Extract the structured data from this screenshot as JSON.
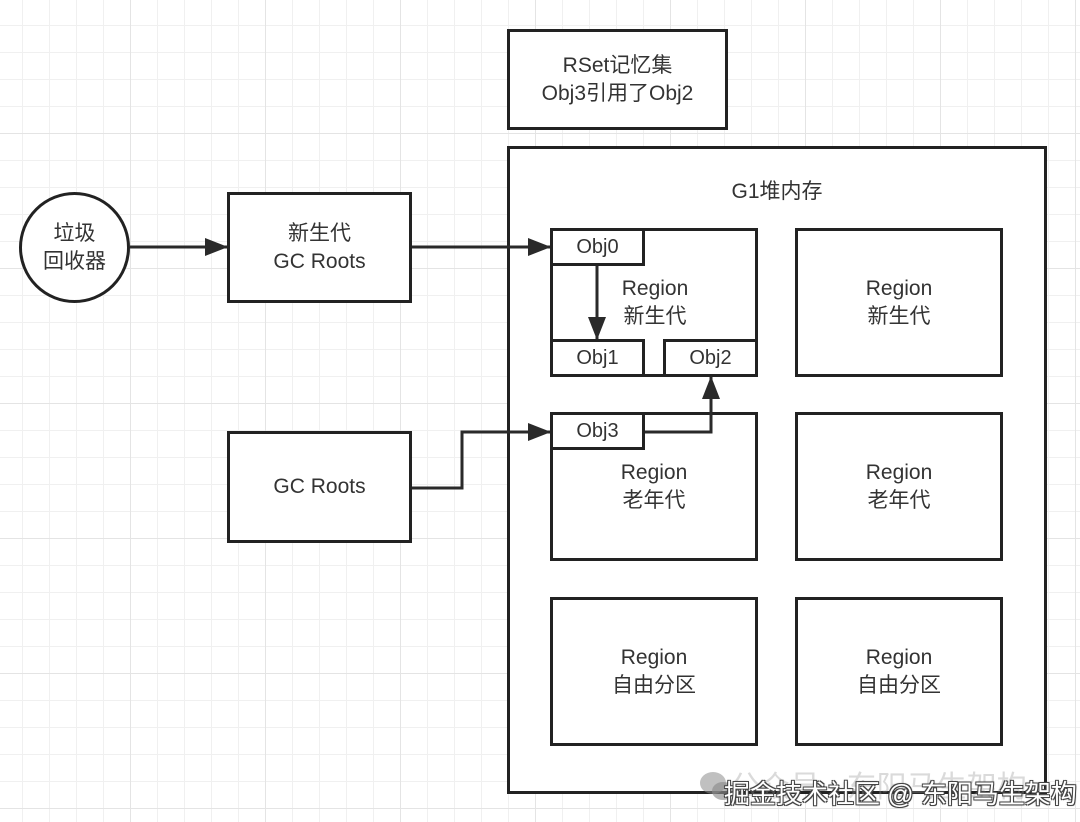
{
  "diagram": {
    "gc_collector": {
      "line1": "垃圾",
      "line2": "回收器"
    },
    "young_gc_roots": {
      "line1": "新生代",
      "line2": "GC Roots"
    },
    "gc_roots": {
      "label": "GC Roots"
    },
    "rset_note": {
      "line1": "RSet记忆集",
      "line2": "Obj3引用了Obj2"
    },
    "heap": {
      "title": "G1堆内存",
      "regions": [
        {
          "name": "Region",
          "type": "新生代",
          "objects": [
            "Obj0",
            "Obj1",
            "Obj2"
          ]
        },
        {
          "name": "Region",
          "type": "新生代",
          "objects": []
        },
        {
          "name": "Region",
          "type": "老年代",
          "objects": [
            "Obj3"
          ]
        },
        {
          "name": "Region",
          "type": "老年代",
          "objects": []
        },
        {
          "name": "Region",
          "type": "自由分区",
          "objects": []
        },
        {
          "name": "Region",
          "type": "自由分区",
          "objects": []
        }
      ]
    },
    "edges": [
      {
        "from": "垃圾回收器",
        "to": "新生代 GC Roots"
      },
      {
        "from": "新生代 GC Roots",
        "to": "Obj0"
      },
      {
        "from": "Obj0",
        "to": "Obj1"
      },
      {
        "from": "GC Roots",
        "to": "Obj3"
      },
      {
        "from": "Obj3",
        "to": "Obj2"
      }
    ]
  },
  "watermark": {
    "faint": "公众号 · 东阳马生架构",
    "main": "掘金技术社区 @ 东阳马生架构"
  }
}
